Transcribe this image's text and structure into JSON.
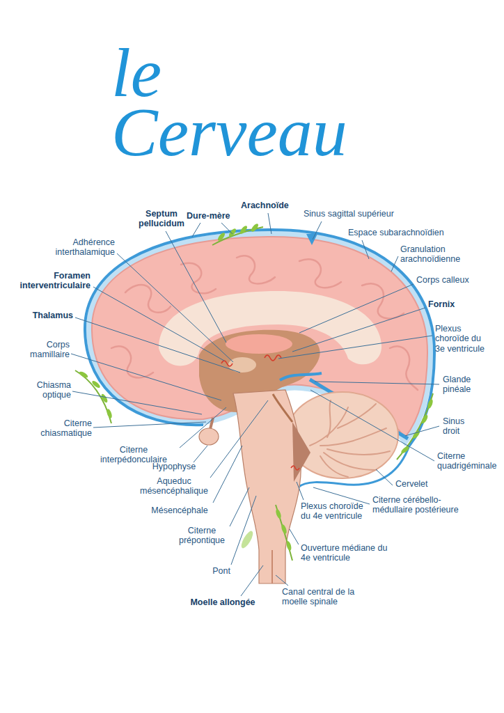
{
  "diagram": {
    "title": "le Cerveau",
    "labels": [
      "Septum pellucidum",
      "Dure-mère",
      "Arachnoïde",
      "Sinus sagittal supérieur",
      "Espace subarachnoïdien",
      "Adhérence interthalamique",
      "Granulation arachnoïdienne",
      "Corps calleux",
      "Foramen interventriculaire",
      "Fornix",
      "Thalamus",
      "Plexus choroïde du 3e ventricule",
      "Corps mamillaire",
      "Glande pinéale",
      "Chiasma optique",
      "Sinus droit",
      "Citerne chiasmatique",
      "Citerne interpédonculaire",
      "Citerne quadrigéminale",
      "Hypophyse",
      "Aqueduc mésencéphalique",
      "Cervelet",
      "Citerne cérébello-médullaire postérieure",
      "Plexus choroïde du 4e ventricule",
      "Mésencéphale",
      "Citerne prépontique",
      "Ouverture médiane du 4e ventricule",
      "Pont",
      "Canal central de la moelle spinale",
      "Moelle allongée"
    ]
  }
}
